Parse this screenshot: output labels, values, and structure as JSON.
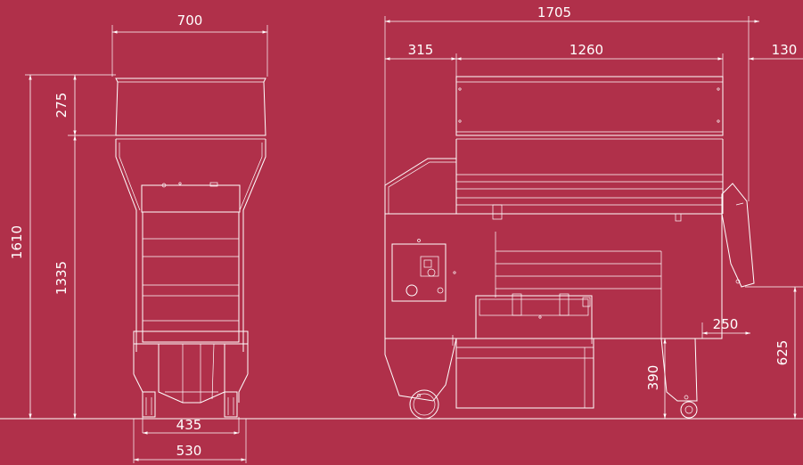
{
  "colors": {
    "background": "#b0304a",
    "line": "#ffffff"
  },
  "dimensions": {
    "front_top_width": "700",
    "front_hopper_height": "275",
    "front_body_height": "1335",
    "overall_height": "1610",
    "front_inner_width": "435",
    "front_base_width": "530",
    "side_total_length": "1705",
    "side_left_offset": "315",
    "side_hopper_length": "1260",
    "side_right_offset": "130",
    "side_chute_depth": "250",
    "side_chute_height": "625",
    "side_tray_height": "390"
  }
}
